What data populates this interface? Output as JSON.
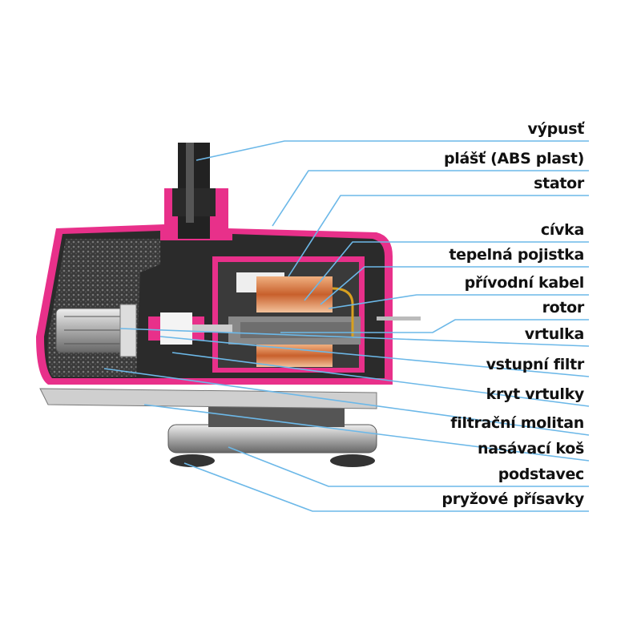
{
  "colors": {
    "leader_line": "#6cb8e8",
    "housing": "#e8308a",
    "body": "#2a2a2a",
    "coil": "#d77a45"
  },
  "labels": [
    "výpusť",
    "plášť (ABS plast)",
    "stator",
    "cívka",
    "tepelná pojistka",
    "přívodní kabel",
    "rotor",
    "vrtulka",
    "vstupní filtr",
    "kryt vrtulky",
    "filtrační molitan",
    "nasávací koš",
    "podstavec",
    "pryžové přísavky"
  ]
}
